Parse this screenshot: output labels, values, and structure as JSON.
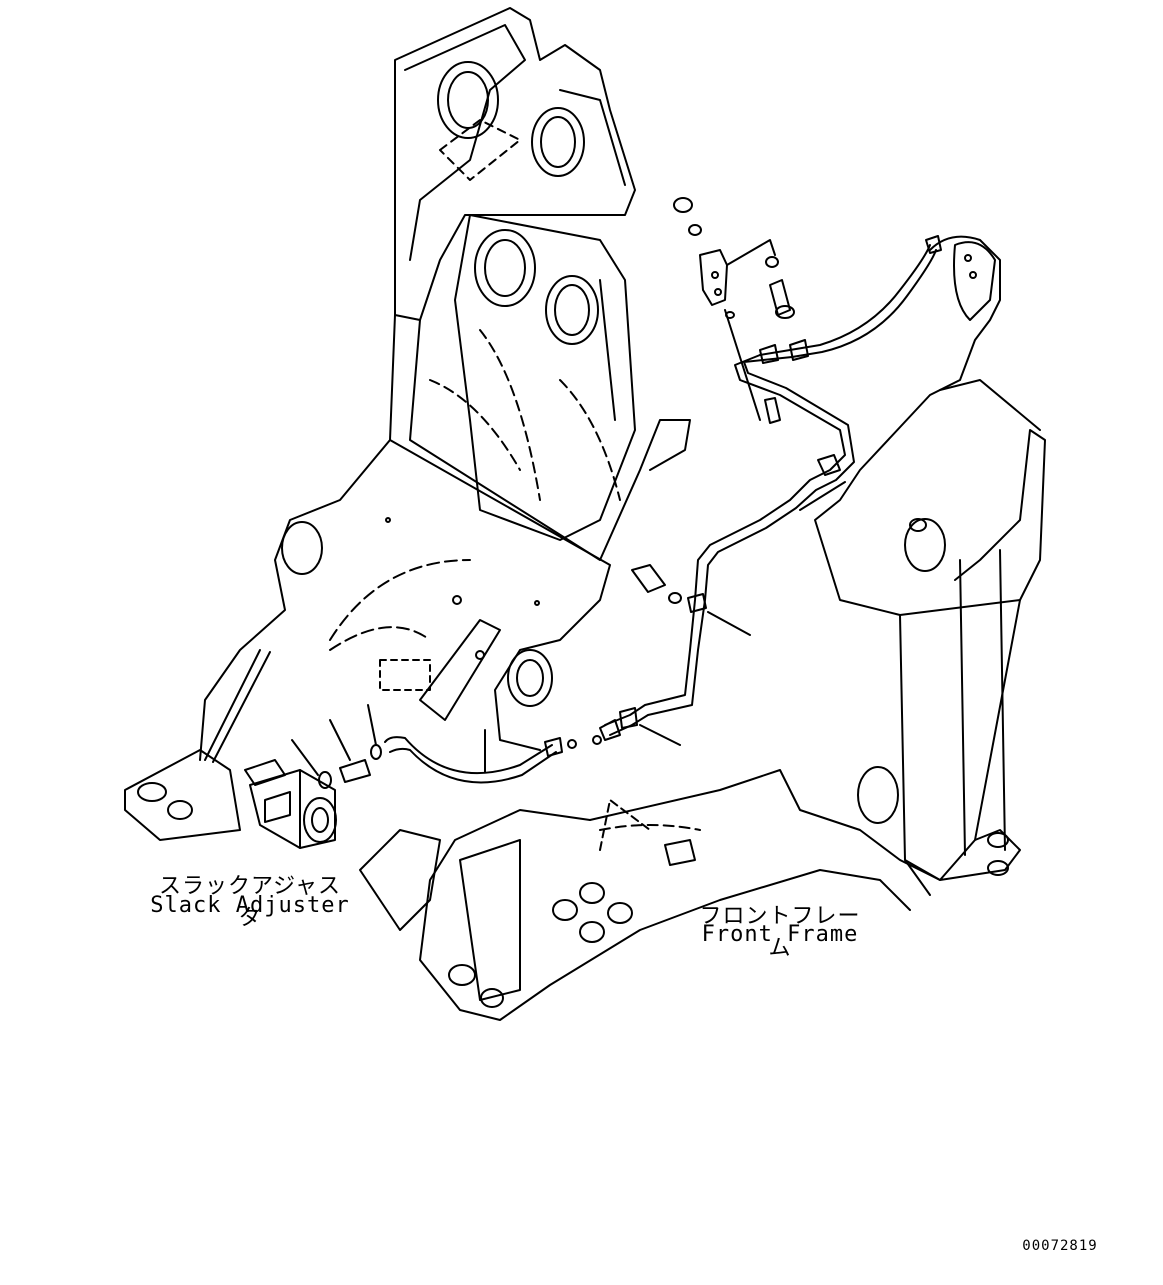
{
  "labels": {
    "slack_adjuster_jp": "スラックアジャスタ",
    "slack_adjuster_en": "Slack Adjuster",
    "front_frame_jp": "フロントフレーム",
    "front_frame_en": "Front Frame",
    "drawing_number": "00072819"
  },
  "colors": {
    "line": "#000000",
    "background": "#ffffff"
  }
}
